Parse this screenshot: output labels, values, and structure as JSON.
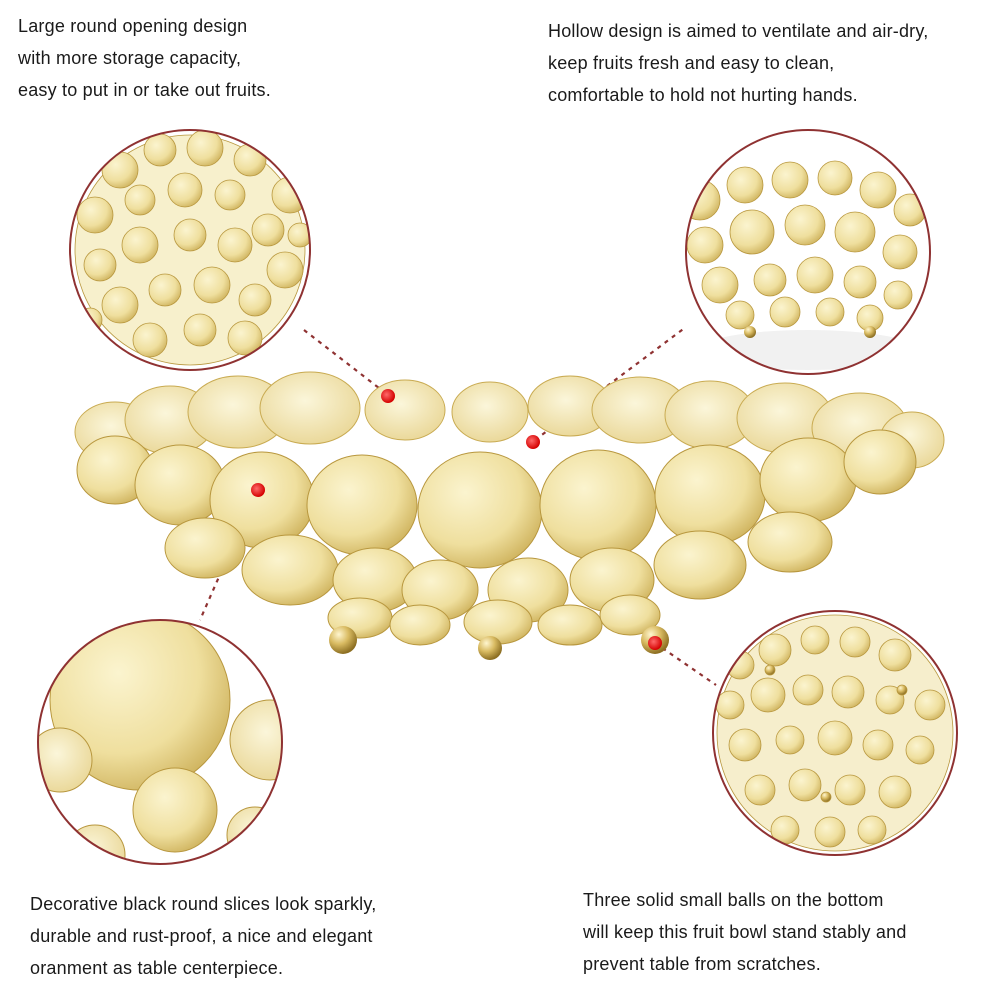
{
  "product": "gold round-disc hollow fruit bowl",
  "colors": {
    "gold_light": "#f4e9b4",
    "gold_mid": "#e6d08a",
    "gold_dark": "#b8973e",
    "callout_border": "#8f3232",
    "callout_dot": "#e31b1b",
    "background": "#ffffff"
  },
  "captions": {
    "top_left": "Large round opening design\nwith more storage capacity,\neasy to put in or take out fruits.",
    "top_right": "Hollow design is aimed to ventilate and air-dry,\n keep fruits fresh and easy to clean,\ncomfortable to hold not hurting hands.",
    "bottom_left": "Decorative black round slices look sparkly,\ndurable and rust-proof, a nice and elegant\noranment as table centerpiece.",
    "bottom_right": "Three solid small balls on the bottom\nwill keep this fruit bowl stand stably and\n prevent table from scratches."
  },
  "callouts": [
    {
      "id": "opening",
      "subject": "top view of bowl opening"
    },
    {
      "id": "hollow",
      "subject": "side view of hollow disc wall"
    },
    {
      "id": "slices",
      "subject": "close-up of round slices"
    },
    {
      "id": "feet",
      "subject": "bottom view with ball feet"
    }
  ]
}
